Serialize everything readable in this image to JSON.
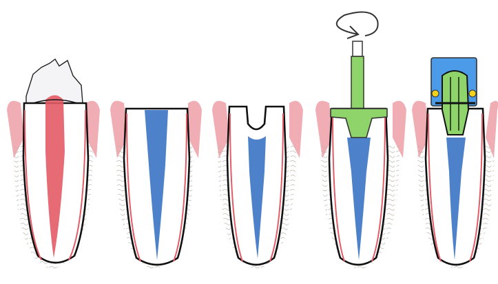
{
  "figure": {
    "description_visible_text": "",
    "panels": [
      {
        "id": "step-1",
        "state": "fractured-crown-with-vital-pulp",
        "icon": "tooth-icon"
      },
      {
        "id": "step-2",
        "state": "root-canal-filled",
        "icon": "tooth-icon"
      },
      {
        "id": "step-3",
        "state": "post-space-prepared",
        "icon": "tooth-icon"
      },
      {
        "id": "step-4",
        "state": "post-inserted-with-tool",
        "icon": "tooth-icon"
      },
      {
        "id": "step-5",
        "state": "core-built-with-cap",
        "icon": "tooth-icon"
      }
    ],
    "colors": {
      "outline": "#111111",
      "gingiva": "#e7878f",
      "pulp": "#e35b66",
      "filling": "#3a74c4",
      "post": "#8fd36b",
      "cap": "#3e8fe0",
      "pin": "#f2d21a",
      "bone": "#b9b3aa"
    }
  }
}
